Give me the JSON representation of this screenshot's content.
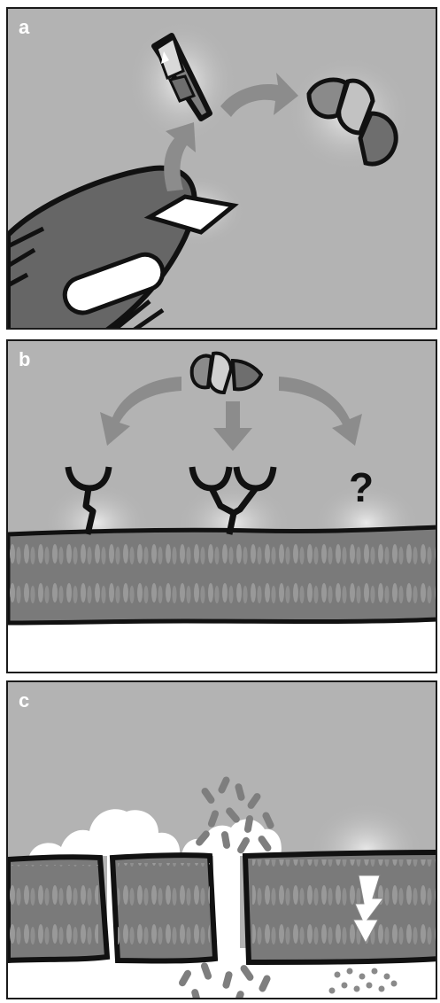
{
  "panels": [
    {
      "label": "a"
    },
    {
      "label": "b",
      "unknown_marker": "?"
    },
    {
      "label": "c"
    }
  ],
  "colors": {
    "background": "#b3b3b3",
    "membrane": "#7a7a7a",
    "lipid": "#999999",
    "arrow": "#8c8c8c",
    "outline": "#111111",
    "glow": "#e6e6e6"
  }
}
